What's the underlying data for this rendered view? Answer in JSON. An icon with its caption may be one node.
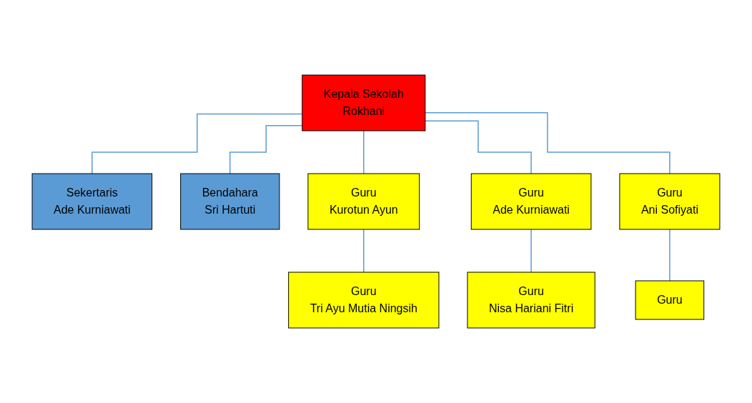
{
  "diagram": {
    "nodes": [
      {
        "text": [
          "Kepala Sekolah",
          "Rokhani"
        ]
      },
      {
        "text": [
          "Sekertaris",
          "Ade Kurniawati"
        ]
      },
      {
        "text": [
          "Bendahara",
          "Sri Hartuti"
        ]
      },
      {
        "text": [
          "Guru",
          "Kurotun Ayun"
        ]
      },
      {
        "text": [
          "Guru",
          "Ade Kurniawati"
        ]
      },
      {
        "text": [
          "Guru",
          "Ani Sofiyati"
        ]
      },
      {
        "text": [
          "Guru",
          "Tri Ayu Mutia Ningsih"
        ]
      },
      {
        "text": [
          "Guru",
          "Nisa Hariani Fitri"
        ]
      },
      {
        "text": [
          "Guru"
        ]
      }
    ],
    "edges": [
      {
        "from": 0,
        "to": 1,
        "arrow": "none"
      },
      {
        "from": 0,
        "to": 2,
        "arrow": "none"
      },
      {
        "from": 0,
        "to": 3,
        "arrow": "none"
      },
      {
        "from": 0,
        "to": 4,
        "arrow": "none"
      },
      {
        "from": 0,
        "to": 5,
        "arrow": "none"
      },
      {
        "from": 3,
        "to": 6,
        "arrow": "none"
      },
      {
        "from": 4,
        "to": 7,
        "arrow": "none"
      },
      {
        "from": 5,
        "to": 8,
        "arrow": "none"
      }
    ]
  }
}
